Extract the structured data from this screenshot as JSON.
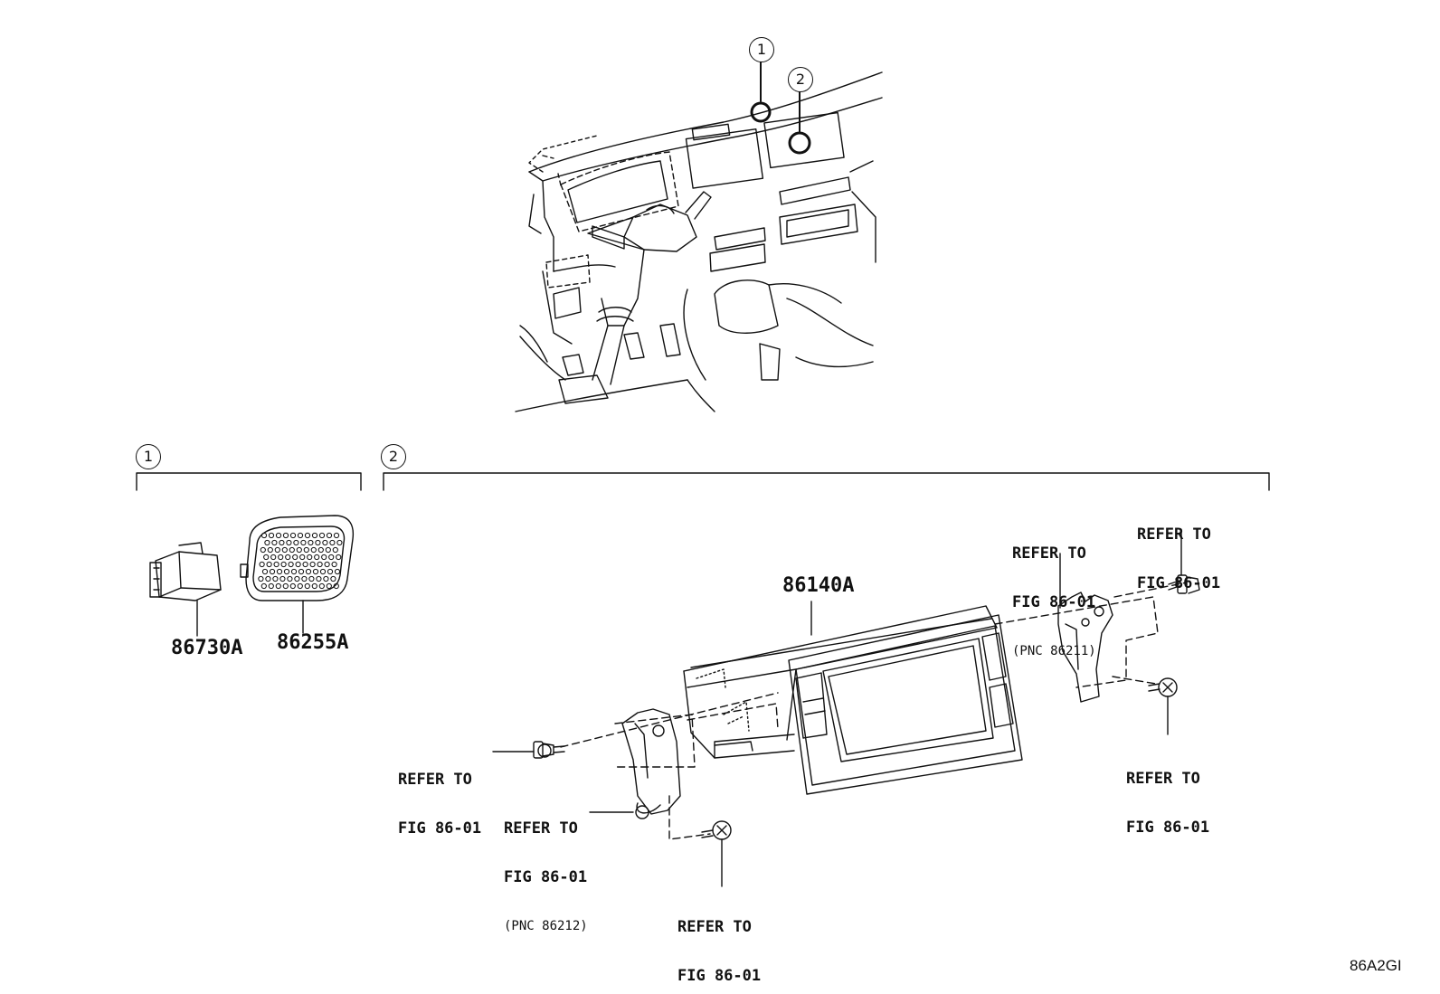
{
  "callouts": {
    "c1": "1",
    "c2": "2"
  },
  "parts": {
    "p86730a": "86730A",
    "p86255a": "86255A",
    "p86140a": "86140A"
  },
  "refs": {
    "r_bracket_right_1": "REFER TO",
    "r_bracket_right_2": "FIG 86-01",
    "r_bracket_right_3": "(PNC 86211)",
    "r_bolt_top_1": "REFER TO",
    "r_bolt_top_2": "FIG 86-01",
    "r_screw_right_1": "REFER TO",
    "r_screw_right_2": "FIG 86-01",
    "r_bolt_left_1": "REFER TO",
    "r_bolt_left_2": "FIG 86-01",
    "r_bracket_left_1": "REFER TO",
    "r_bracket_left_2": "FIG 86-01",
    "r_bracket_left_3": "(PNC 86212)",
    "r_screw_bottom_1": "REFER TO",
    "r_screw_bottom_2": "FIG 86-01"
  },
  "figure_code": "86A2GI"
}
